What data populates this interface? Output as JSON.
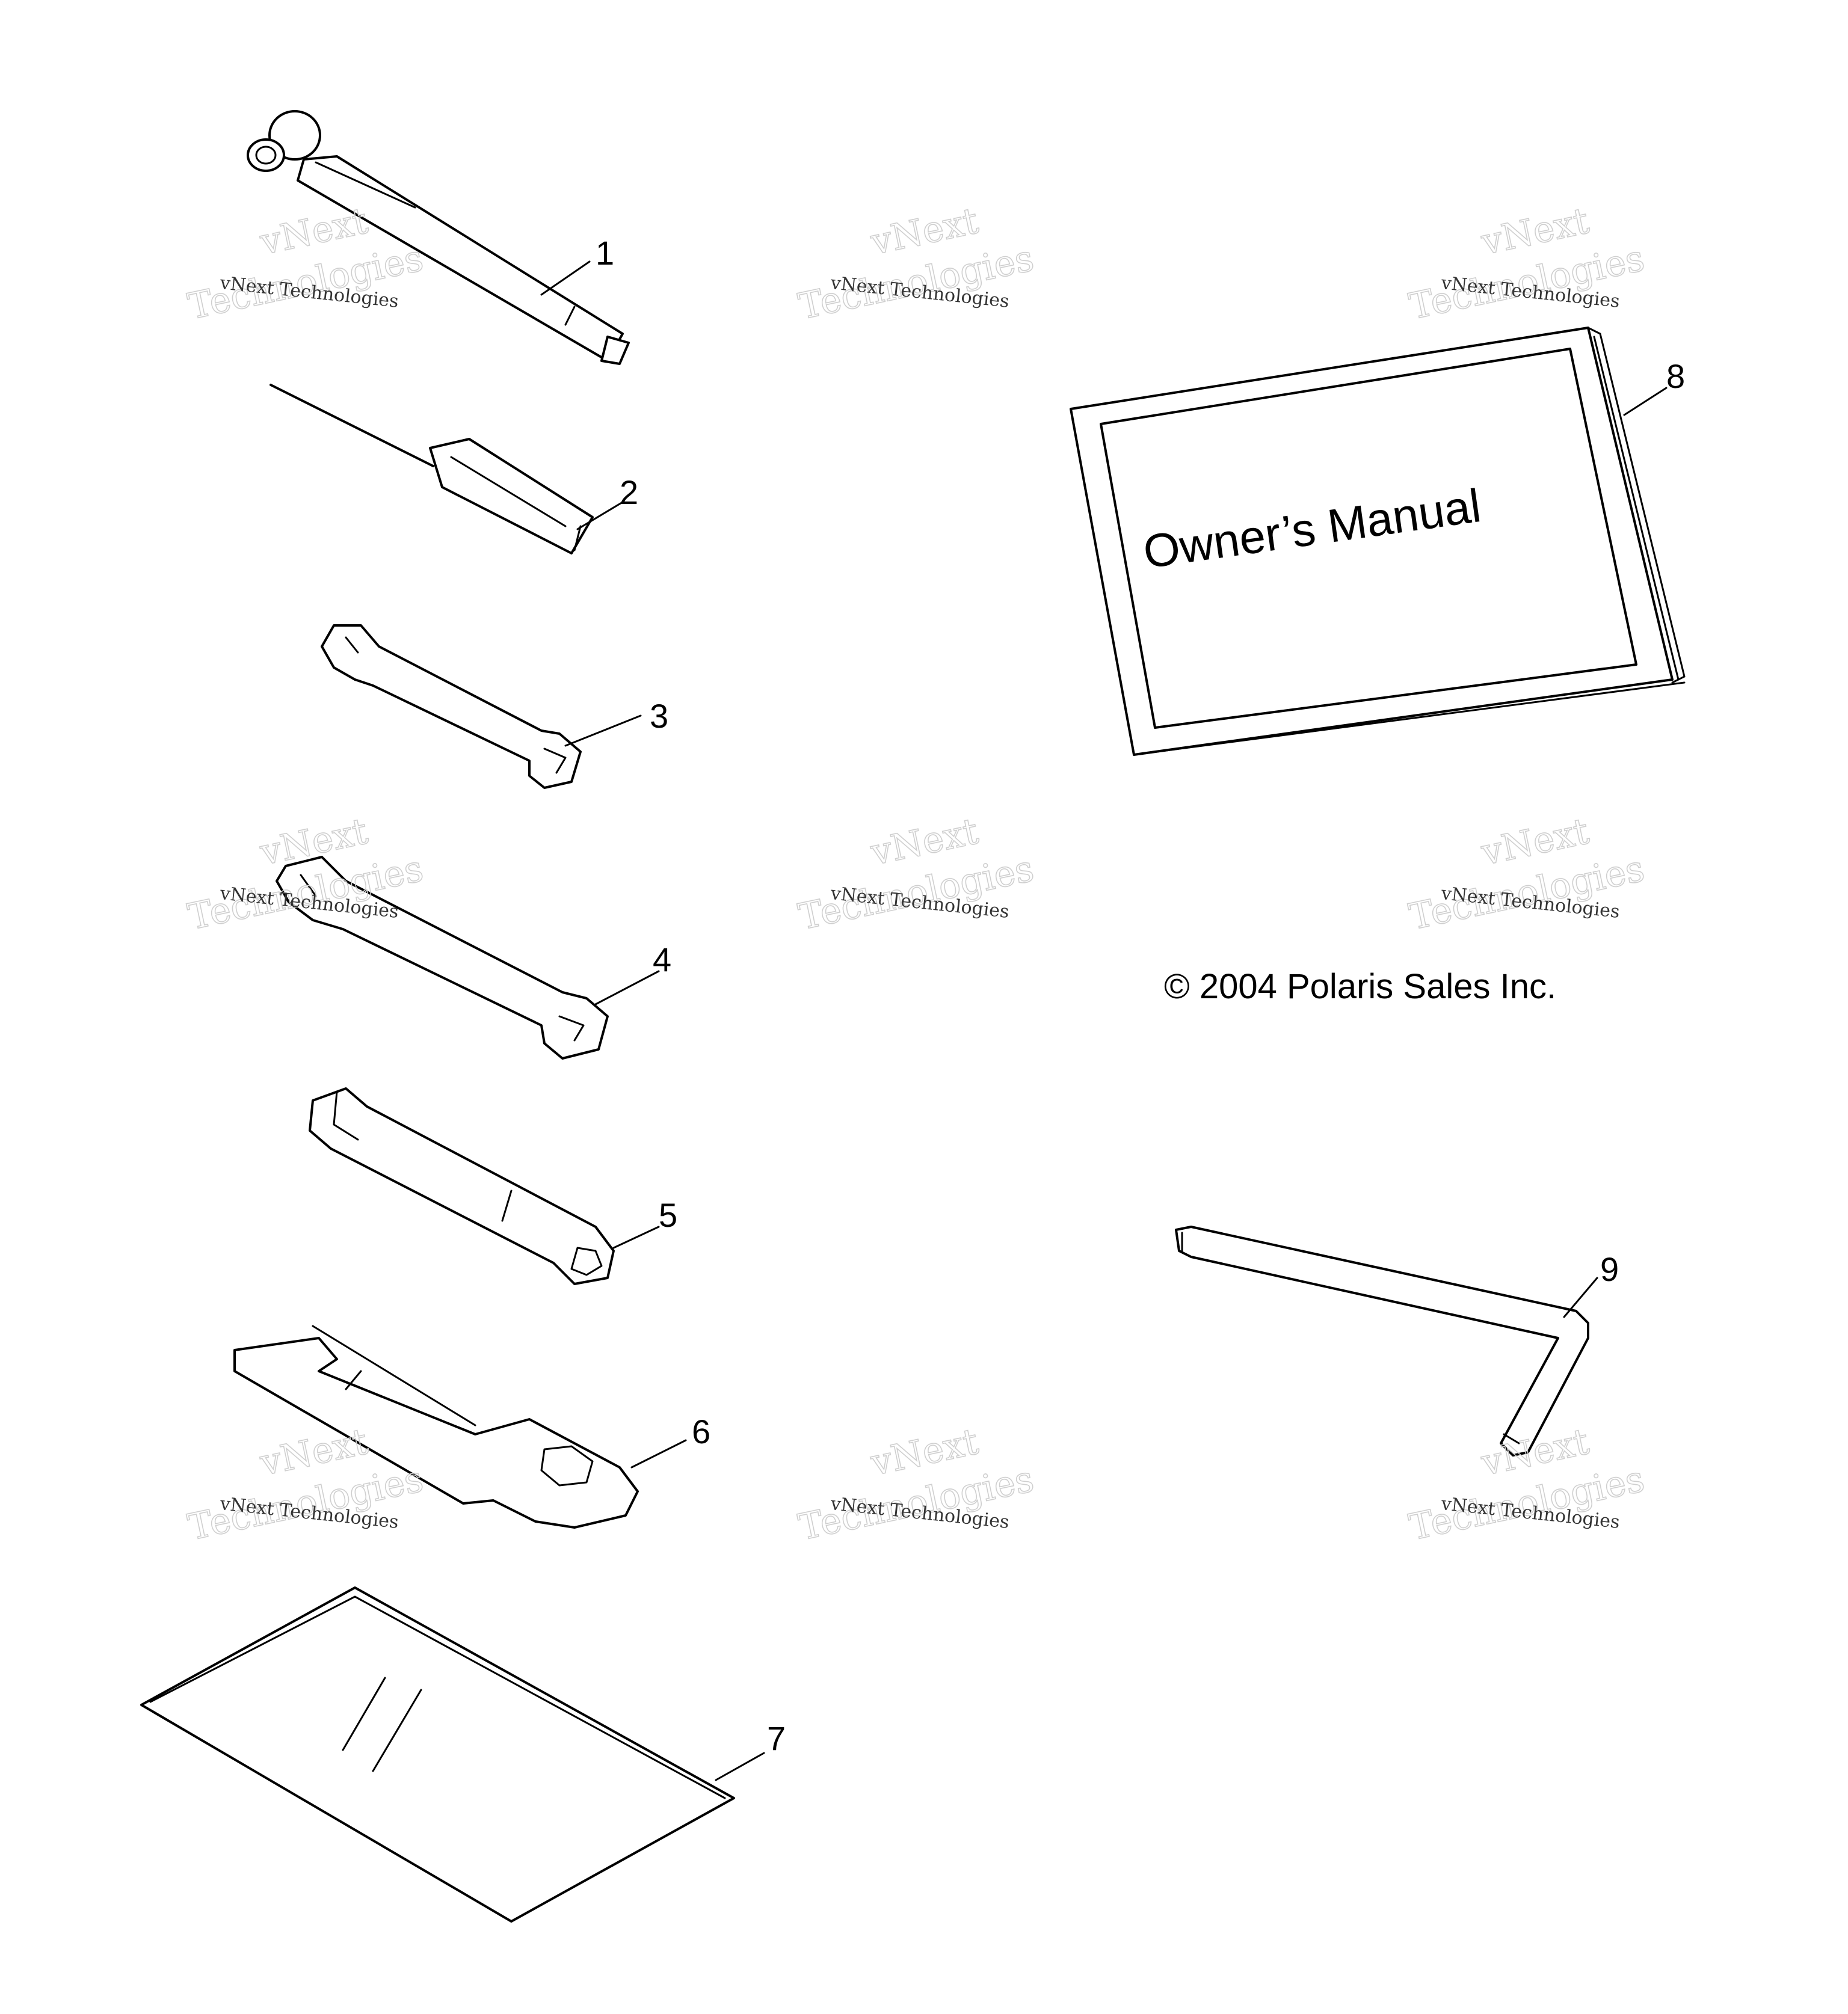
{
  "callouts": [
    "1",
    "2",
    "3",
    "4",
    "5",
    "6",
    "7",
    "8",
    "9"
  ],
  "manual": {
    "title": "Owner’s Manual"
  },
  "copyright": "© 2004 Polaris Sales Inc.",
  "watermark": {
    "line1": "vNext",
    "line2": "Technologies",
    "small": "vNext Technologies"
  }
}
